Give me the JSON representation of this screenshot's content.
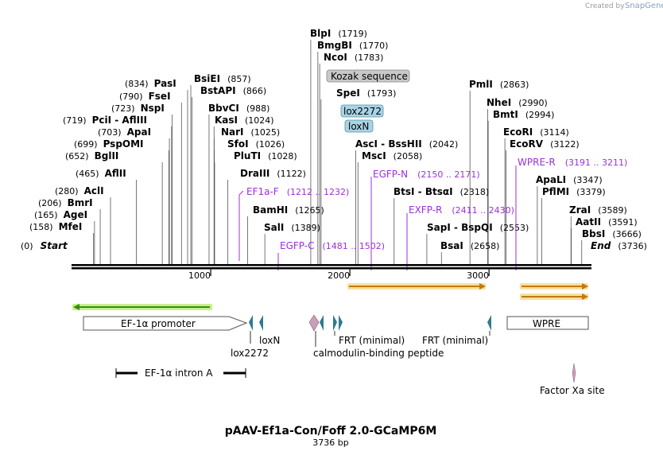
{
  "credit": {
    "prefix": "Created by",
    "brand": "SnapGene"
  },
  "sequence_length": 3736,
  "title": "pAAV-Ef1a-Con/Foff 2.0-GCaMP6M",
  "subtitle": "3736 bp",
  "ruler": {
    "ticks": [
      {
        "pos": 1000,
        "label": "1000"
      },
      {
        "pos": 2000,
        "label": "2000"
      },
      {
        "pos": 3000,
        "label": "3000"
      }
    ]
  },
  "enzymes": [
    {
      "name": "Start",
      "pos": 0,
      "pos_text": "(0)",
      "italic": true
    },
    {
      "name": "MfeI",
      "pos": 158,
      "pos_text": "(158)"
    },
    {
      "name": "AgeI",
      "pos": 165,
      "pos_text": "(165)"
    },
    {
      "name": "BmrI",
      "pos": 206,
      "pos_text": "(206)"
    },
    {
      "name": "AclI",
      "pos": 280,
      "pos_text": "(280)"
    },
    {
      "name": "AflII",
      "pos": 465,
      "pos_text": "(465)"
    },
    {
      "name": "BglII",
      "pos": 652,
      "pos_text": "(652)"
    },
    {
      "name": "PspOMI",
      "pos": 699,
      "pos_text": "(699)"
    },
    {
      "name": "ApaI",
      "pos": 703,
      "pos_text": "(703)"
    },
    {
      "name": "PciI - AflIII",
      "pos": 719,
      "pos_text": "(719)"
    },
    {
      "name": "NspI",
      "pos": 723,
      "pos_text": "(723)"
    },
    {
      "name": "FseI",
      "pos": 790,
      "pos_text": "(790)"
    },
    {
      "name": "PasI",
      "pos": 834,
      "pos_text": "(834)"
    },
    {
      "name": "BsiEI",
      "pos": 857,
      "pos_text": "(857)"
    },
    {
      "name": "BstAPI",
      "pos": 866,
      "pos_text": "(866)"
    },
    {
      "name": "BbvCI",
      "pos": 988,
      "pos_text": "(988)"
    },
    {
      "name": "KasI",
      "pos": 1024,
      "pos_text": "(1024)"
    },
    {
      "name": "NarI",
      "pos": 1025,
      "pos_text": "(1025)"
    },
    {
      "name": "SfoI",
      "pos": 1026,
      "pos_text": "(1026)"
    },
    {
      "name": "PluTI",
      "pos": 1028,
      "pos_text": "(1028)"
    },
    {
      "name": "DraIII",
      "pos": 1122,
      "pos_text": "(1122)"
    },
    {
      "name": "BamHI",
      "pos": 1265,
      "pos_text": "(1265)"
    },
    {
      "name": "SalI",
      "pos": 1389,
      "pos_text": "(1389)"
    },
    {
      "name": "BlpI",
      "pos": 1719,
      "pos_text": "(1719)"
    },
    {
      "name": "BmgBI",
      "pos": 1770,
      "pos_text": "(1770)"
    },
    {
      "name": "NcoI",
      "pos": 1783,
      "pos_text": "(1783)"
    },
    {
      "name": "SpeI",
      "pos": 1793,
      "pos_text": "(1793)"
    },
    {
      "name": "AscI - BssHII",
      "pos": 2042,
      "pos_text": "(2042)"
    },
    {
      "name": "MscI",
      "pos": 2058,
      "pos_text": "(2058)"
    },
    {
      "name": "BtsI - BtsαI",
      "pos": 2318,
      "pos_text": "(2318)"
    },
    {
      "name": "SapI - BspQI",
      "pos": 2553,
      "pos_text": "(2553)"
    },
    {
      "name": "BsaI",
      "pos": 2658,
      "pos_text": "(2658)"
    },
    {
      "name": "PmlI",
      "pos": 2863,
      "pos_text": "(2863)"
    },
    {
      "name": "NheI",
      "pos": 2990,
      "pos_text": "(2990)"
    },
    {
      "name": "BmtI",
      "pos": 2994,
      "pos_text": "(2994)"
    },
    {
      "name": "EcoRI",
      "pos": 3114,
      "pos_text": "(3114)"
    },
    {
      "name": "EcoRV",
      "pos": 3122,
      "pos_text": "(3122)"
    },
    {
      "name": "ApaLI",
      "pos": 3347,
      "pos_text": "(3347)"
    },
    {
      "name": "PflMI",
      "pos": 3379,
      "pos_text": "(3379)"
    },
    {
      "name": "ZraI",
      "pos": 3589,
      "pos_text": "(3589)"
    },
    {
      "name": "AatII",
      "pos": 3591,
      "pos_text": "(3591)"
    },
    {
      "name": "BbsI",
      "pos": 3666,
      "pos_text": "(3666)"
    },
    {
      "name": "End",
      "pos": 3736,
      "pos_text": "(3736)",
      "italic": true
    }
  ],
  "primers": [
    {
      "name": "EF1a-F",
      "range": "(1212 .. 1232)",
      "start": 1212,
      "end": 1232
    },
    {
      "name": "EGFP-C",
      "range": "(1481 .. 1502)",
      "start": 1481,
      "end": 1502
    },
    {
      "name": "EGFP-N",
      "range": "(2150 .. 2171)",
      "start": 2150,
      "end": 2171
    },
    {
      "name": "EXFP-R",
      "range": "(2411 .. 2430)",
      "start": 2411,
      "end": 2430
    },
    {
      "name": "WPRE-R",
      "range": "(3191 .. 3211)",
      "start": 3191,
      "end": 3211
    }
  ],
  "feature_tags": [
    {
      "name": "Kozak sequence",
      "color": "#c8c8c8"
    },
    {
      "name": "lox2272",
      "color": "#a8d4e6"
    },
    {
      "name": "loxN",
      "color": "#a8d4e6"
    }
  ],
  "features": [
    {
      "name": "EF-1α promoter",
      "type": "promoter"
    },
    {
      "name": "lox2272",
      "type": "site"
    },
    {
      "name": "loxN",
      "type": "site"
    },
    {
      "name": "calmodulin-binding peptide",
      "type": "cds"
    },
    {
      "name": "FRT (minimal)",
      "type": "site"
    },
    {
      "name": "FRT (minimal)",
      "type": "site"
    },
    {
      "name": "WPRE",
      "type": "misc"
    },
    {
      "name": "EF-1α intron A",
      "type": "intron"
    },
    {
      "name": "Factor Xa site",
      "type": "site"
    }
  ],
  "colors": {
    "backbone": "#000000",
    "primer": "#9b30d9",
    "orf_fill": "#e8a23a",
    "orf_glow": "#f7dfa0",
    "reverse_orf": "#3a8a1e",
    "reverse_glow": "#c8ef8a",
    "lox_site": "#2f7a8e",
    "cbp": "#c9a0b8"
  }
}
